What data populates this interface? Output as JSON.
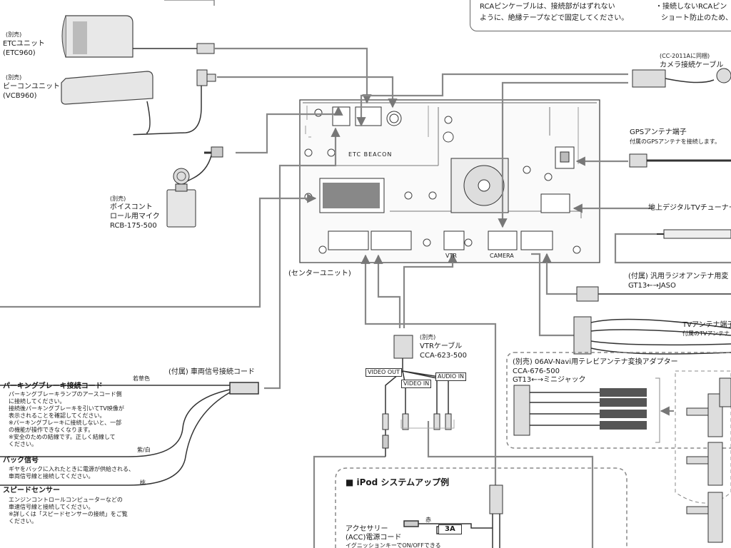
{
  "top_note": {
    "line1": "RCAピンケーブルは、接続部がはずれない",
    "line2": "ように、絶縁テープなどで固定してください。",
    "bullet1": "・接続しないRCAピン",
    "bullet2": "ショート防止のため、"
  },
  "etc_unit": {
    "sold": "(別売)",
    "name": "ETCユニット",
    "model": "(ETC960)"
  },
  "beacon_unit": {
    "sold": "(別売)",
    "name": "ビーコンユニット",
    "model": "(VCB960)"
  },
  "mic": {
    "sold": "(別売)",
    "line1": "ボイスコント",
    "line2": "ロール用マイク",
    "model": "RCB-175-500"
  },
  "center_unit": {
    "label": "(センターユニット)",
    "etc_beacon_label": "ETC BEACON",
    "vtr_label": "VTR",
    "camera_label": "CAMERA"
  },
  "camera_cable": {
    "note": "(CC-2011Aに同梱)",
    "name": "カメラ接続ケーブル"
  },
  "gps": {
    "name": "GPSアンテナ端子",
    "note": "付属のGPSアンテナを接続します。"
  },
  "digital_tv": {
    "name": "地上デジタルTVチューナー"
  },
  "radio_antenna": {
    "line1": "(付属) 汎用ラジオアンテナ用変",
    "line2": "GT13←→JASO"
  },
  "tv_antenna": {
    "line1": "TVアンテナ端子",
    "line2": "付属のTVアンテナ"
  },
  "vtr_cable": {
    "sold": "(別売)",
    "name": "VTRケーブル",
    "model": "CCA-623-500",
    "video_out": "VIDEO OUT",
    "video_in": "VIDEO IN",
    "audio_in": "AUDIO IN"
  },
  "adapter": {
    "line1": "(別売) 06AV-Navi用テレビアンテナ変換アダプター",
    "line2": "CCA-676-500",
    "line3": "GT13←→ミニジャック"
  },
  "vehicle_cord": {
    "title": "(付属) 車両信号接続コード",
    "wire1": "若草色",
    "wire2": "紫/白",
    "wire3": "桃"
  },
  "parking": {
    "title": "パーキングブレーキ接続コード",
    "l1": "パーキングブレーキランプのアースコード側",
    "l2": "に接続してください。",
    "l3": "接続後パーキングブレーキを引いてTV映像が",
    "l4": "表示されることを確認してください。",
    "l5": "※パーキングブレーキに接続しないと、一部",
    "l6": "の機能が操作できなくなります。",
    "l7": "※安全のための結線です。正しく結線して",
    "l8": "ください。"
  },
  "back_signal": {
    "title": "バック信号",
    "l1": "ギヤをバックに入れたときに電源が供給される、",
    "l2": "車両信号線と接続してください。"
  },
  "speed_sensor": {
    "title": "スピードセンサー",
    "l1": "エンジンコントロールコンピューターなどの",
    "l2": "車速信号線と接続してください。",
    "l3": "※詳しくは「スピードセンサーの接続」をご覧",
    "l4": "ください。"
  },
  "ipod": {
    "title": "■ iPod システムアップ例",
    "acc1": "アクセサリー",
    "acc2": "(ACC)電源コード",
    "acc3": "イグニッションキーでON/OFFできる",
    "red": "赤",
    "fuse": "3A"
  }
}
